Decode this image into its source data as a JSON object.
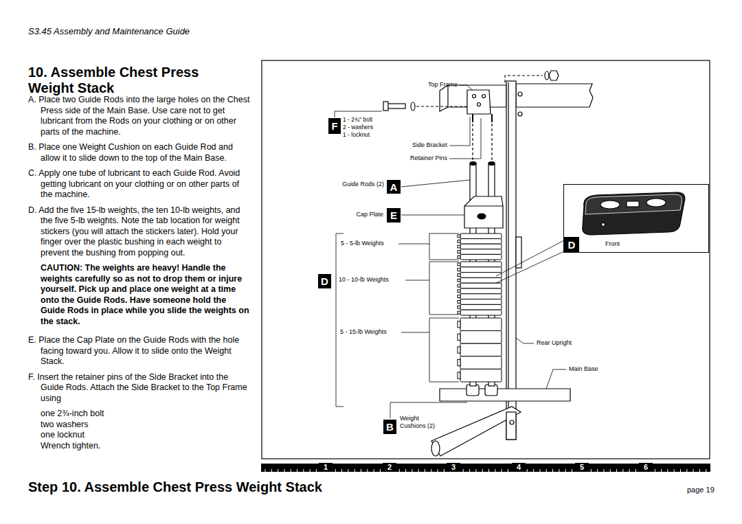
{
  "diagram": {
    "title": "10. Assemble Chest Press Weight Stack",
    "nodes": [
      {
        "text": [
          "F"
        ]
      },
      {
        "text": [
          "A"
        ]
      },
      {
        "text": [
          "E"
        ]
      },
      {
        "text": [
          "Front"
        ]
      },
      {
        "text": [
          "D"
        ],
        "in": 3
      },
      {
        "text": [
          "D"
        ]
      },
      {
        "text": [
          "B"
        ]
      }
    ],
    "labels": [
      "S3.45 Assembly and Maintenance Guide",
      "A. Place two Guide Rods into the large holes on the Chest Press side of the Main Base. Use care not to get lubricant from the Rods on your clothing or on other parts of the machine.",
      "B. Place one Weight Cushion on each Guide Rod and allow it to slide down to the top of the Main Base.",
      "C. Apply one tube of lubricant to each Guide Rod. Avoid getting lubricant on your clothing or on other parts of the machine.",
      "D. Add the five 15-lb weights, the ten 10-lb weights, and the five 5-lb weights. Note the tab location for weight stickers (you will attach the stickers later). Hold your finger over the plastic bushing in each weight to prevent the bushing from popping out.",
      "CAUTION: The weights are heavy! Handle the weights carefully so as not to drop them or injure yourself. Pick up and place one weight at a time onto the Guide Rods. Have someone hold the Guide Rods in place while you slide the weights on the stack.",
      "E. Place the Cap Plate on the Guide Rods with the hole facing toward you. Allow it to slide onto the Weight Stack.",
      "F. Insert the retainer pins of the Side Bracket into the Guide Rods. Attach the Side Bracket to the Top Frame using",
      "one 2¾-inch bolt",
      "two washers",
      "one locknut",
      "Wrench tighten.",
      "Top Frame",
      "1 - 2¾\" bolt",
      "2 - washers",
      "1 - locknut",
      "Side Bracket",
      "Retainer Pins",
      "Guide Rods (2)",
      "Cap Plate",
      "5 - 5-lb Weights",
      "10 - 10-lb Weights",
      "5 - 15-lb Weights",
      "Rear Upright",
      "Main Base",
      "Weight Cushions (2)",
      "1",
      "2",
      "3",
      "4",
      "5",
      "6",
      "Step 10. Assemble Chest Press Weight Stack",
      "page 19"
    ]
  }
}
